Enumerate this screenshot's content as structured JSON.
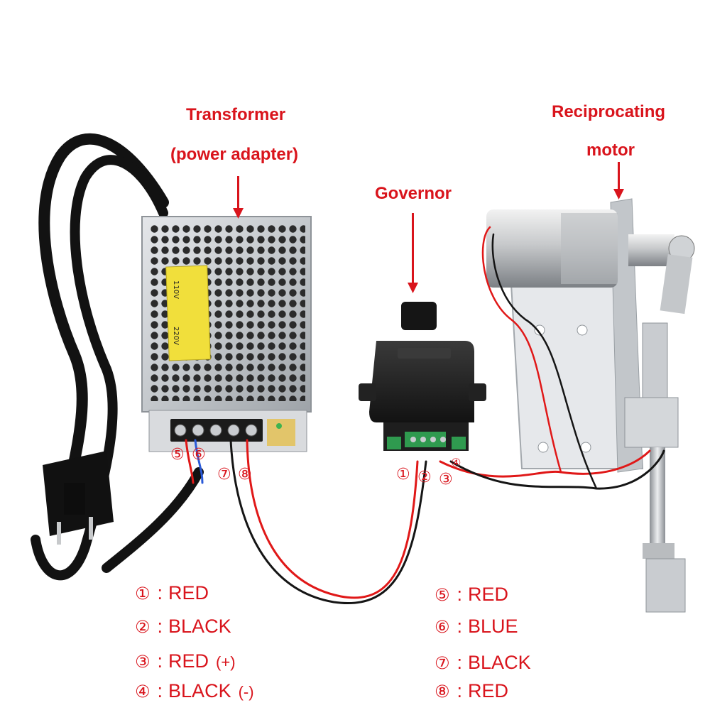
{
  "labels": {
    "transformer_line1": "Transformer",
    "transformer_line2": "(power adapter)",
    "governor": "Governor",
    "motor_line1": "Reciprocating",
    "motor_line2": "motor"
  },
  "terminal_numbers": {
    "t1": "①",
    "t2": "②",
    "t3": "③",
    "t4": "④",
    "t5": "⑤",
    "t6": "⑥",
    "t7": "⑦",
    "t8": "⑧"
  },
  "adapter_text": {
    "v110": "110V",
    "v220": "220V"
  },
  "legend": {
    "left": [
      {
        "mark": "①",
        "sep": ":",
        "color": "RED",
        "polarity": ""
      },
      {
        "mark": "②",
        "sep": ":",
        "color": "BLACK",
        "polarity": ""
      },
      {
        "mark": "③",
        "sep": ":",
        "color": "RED",
        "polarity": "(+)"
      },
      {
        "mark": "④",
        "sep": ":",
        "color": "BLACK",
        "polarity": "(-)"
      }
    ],
    "right": [
      {
        "mark": "⑤",
        "sep": ":",
        "color": "RED",
        "polarity": ""
      },
      {
        "mark": "⑥",
        "sep": ":",
        "color": "BLUE",
        "polarity": ""
      },
      {
        "mark": "⑦",
        "sep": ":",
        "color": "BLACK",
        "polarity": ""
      },
      {
        "mark": "⑧",
        "sep": ":",
        "color": "RED",
        "polarity": ""
      }
    ]
  },
  "colors": {
    "label_red": "#d9141c",
    "wire_red": "#e01818",
    "wire_black": "#151515",
    "cable_black": "#121212",
    "metal": "#c9ccd0",
    "governor_body": "#1c1c1c",
    "terminal_green": "#2f9a4f",
    "sticker_yellow": "#f1df3b"
  }
}
